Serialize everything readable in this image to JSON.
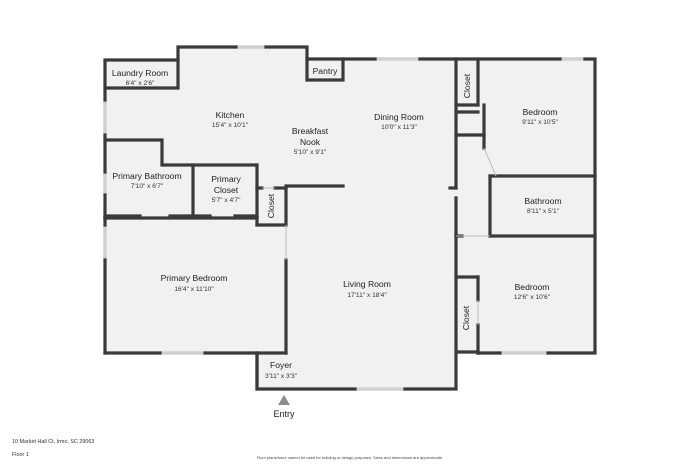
{
  "rooms": {
    "laundry": {
      "name": "Laundry Room",
      "dim": "6'4\" x 2'6\""
    },
    "pantry": {
      "name": "Pantry"
    },
    "kitchen": {
      "name": "Kitchen",
      "dim": "15'4\" x 10'1\""
    },
    "breakfast": {
      "name1": "Breakfast",
      "name2": "Nook",
      "dim": "5'10\" x 9'1\""
    },
    "dining": {
      "name": "Dining Room",
      "dim": "10'0\" x 11'3\""
    },
    "closet_top": {
      "name": "Closet"
    },
    "bedroom_top": {
      "name": "Bedroom",
      "dim": "9'11\" x 10'5\""
    },
    "primary_bath": {
      "name": "Primary Bathroom",
      "dim": "7'10\" x 6'7\""
    },
    "primary_closet": {
      "name1": "Primary",
      "name2": "Closet",
      "dim": "5'7\" x 4'7\""
    },
    "closet_mid": {
      "name": "Closet"
    },
    "bathroom": {
      "name": "Bathroom",
      "dim": "8'11\" x 5'1\""
    },
    "primary_bedroom": {
      "name": "Primary Bedroom",
      "dim": "16'4\" x 11'10\""
    },
    "living": {
      "name": "Living Room",
      "dim": "17'11\" x 18'4\""
    },
    "bedroom_bottom": {
      "name": "Bedroom",
      "dim": "12'6\" x 10'6\""
    },
    "closet_bottom": {
      "name": "Closet"
    },
    "foyer": {
      "name": "Foyer",
      "dim": "3'11\" x 3'3\""
    }
  },
  "entry_label": "Entry",
  "footer": {
    "address": "10 Market Hall Ct, Irmo, SC 29063",
    "floor": "Floor 1",
    "disclaimer": "Floor plans/tours cannot be used for building or design purposes. Sizes and dimensions are approximate."
  },
  "colors": {
    "wall": "#3a3a3a",
    "floor": "#f1f1f1",
    "window": "#cfcfcf"
  }
}
